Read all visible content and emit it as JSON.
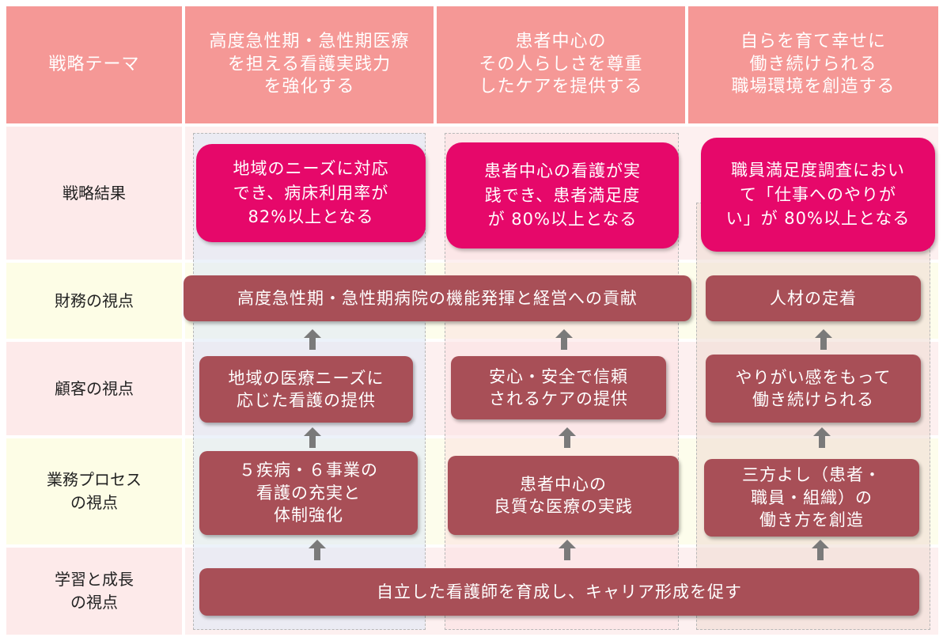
{
  "rows": {
    "theme_label": "戦略テーマ",
    "result_label": "戦略結果",
    "financial_label": "財務の視点",
    "customer_label": "顧客の視点",
    "process_label": "業務プロセス\nの視点",
    "learning_label": "学習と成長\nの視点"
  },
  "themes": [
    "高度急性期・急性期医療\nを担える看護実践力\nを強化する",
    "患者中心の\nその人らしさを尊重\nしたケアを提供する",
    "自らを育て幸せに\n働き続けられる\n職場環境を創造する"
  ],
  "results": [
    "地域のニーズに対応\nでき、病床利用率が\n82%以上となる",
    "患者中心の看護が実\n践でき、患者満足度\nが 80%以上となる",
    "職員満足度調査におい\nて「仕事へのやりが\nい」が 80%以上となる"
  ],
  "financial": {
    "shared": "高度急性期・急性期病院の機能発揮と経営への貢献",
    "col3": "人材の定着"
  },
  "customer": [
    "地域の医療ニーズに\n応じた看護の提供",
    "安心・安全で信頼\nされるケアの提供",
    "やりがい感をもって\n働き続けられる"
  ],
  "process": [
    "５疾病・６事業の\n看護の充実と\n体制強化",
    "患者中心の\n良質な医療の実践",
    "三方よし（患者・\n職員・組織）の\n働き方を創造"
  ],
  "learning": "自立した看護師を育成し、キャリア形成を促す",
  "colors": {
    "header": "#f59896",
    "result": "#e6086a",
    "box": "#a84f57",
    "arrow": "#7a7a7a"
  }
}
